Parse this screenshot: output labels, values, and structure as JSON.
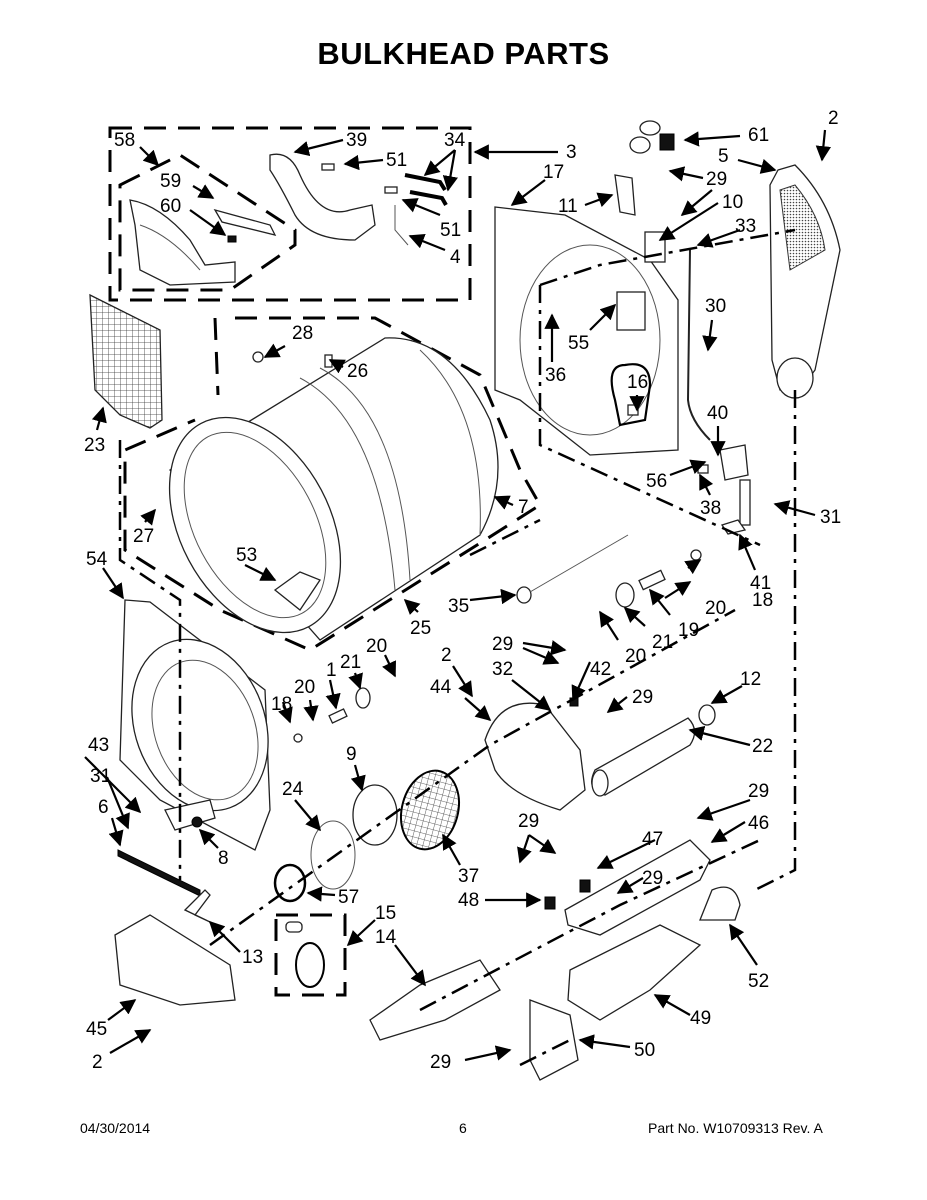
{
  "page": {
    "title": "BULKHEAD PARTS",
    "footer": {
      "date": "04/30/2014",
      "page_number": "6",
      "part_number": "Part No.  W10709313  Rev. A"
    }
  },
  "callouts": [
    {
      "id": "c58",
      "label": "58"
    },
    {
      "id": "c59",
      "label": "59"
    },
    {
      "id": "c60",
      "label": "60"
    },
    {
      "id": "c39",
      "label": "39"
    },
    {
      "id": "c51a",
      "label": "51"
    },
    {
      "id": "c51b",
      "label": "51"
    },
    {
      "id": "c34",
      "label": "34"
    },
    {
      "id": "c4",
      "label": "4"
    },
    {
      "id": "c3",
      "label": "3"
    },
    {
      "id": "c17",
      "label": "17"
    },
    {
      "id": "c11",
      "label": "11"
    },
    {
      "id": "c29a",
      "label": "29"
    },
    {
      "id": "c10",
      "label": "10"
    },
    {
      "id": "c33",
      "label": "33"
    },
    {
      "id": "c61",
      "label": "61"
    },
    {
      "id": "c2a",
      "label": "2"
    },
    {
      "id": "c5",
      "label": "5"
    },
    {
      "id": "c30",
      "label": "30"
    },
    {
      "id": "c55",
      "label": "55"
    },
    {
      "id": "c36",
      "label": "36"
    },
    {
      "id": "c16",
      "label": "16"
    },
    {
      "id": "c40",
      "label": "40"
    },
    {
      "id": "c56",
      "label": "56"
    },
    {
      "id": "c38",
      "label": "38"
    },
    {
      "id": "c31a",
      "label": "31"
    },
    {
      "id": "c41",
      "label": "41"
    },
    {
      "id": "c28",
      "label": "28"
    },
    {
      "id": "c26",
      "label": "26"
    },
    {
      "id": "c23",
      "label": "23"
    },
    {
      "id": "c27",
      "label": "27"
    },
    {
      "id": "c7",
      "label": "7"
    },
    {
      "id": "c53",
      "label": "53"
    },
    {
      "id": "c25",
      "label": "25"
    },
    {
      "id": "c54",
      "label": "54"
    },
    {
      "id": "c35",
      "label": "35"
    },
    {
      "id": "c18a",
      "label": "18"
    },
    {
      "id": "c20a",
      "label": "20"
    },
    {
      "id": "c19",
      "label": "19"
    },
    {
      "id": "c21a",
      "label": "21"
    },
    {
      "id": "c20b",
      "label": "20"
    },
    {
      "id": "c2b",
      "label": "2"
    },
    {
      "id": "c29b",
      "label": "29"
    },
    {
      "id": "c32",
      "label": "32"
    },
    {
      "id": "c42",
      "label": "42"
    },
    {
      "id": "c44",
      "label": "44"
    },
    {
      "id": "c29c",
      "label": "29"
    },
    {
      "id": "c12",
      "label": "12"
    },
    {
      "id": "c22",
      "label": "22"
    },
    {
      "id": "c18b",
      "label": "18"
    },
    {
      "id": "c20c",
      "label": "20"
    },
    {
      "id": "c1",
      "label": "1"
    },
    {
      "id": "c21b",
      "label": "21"
    },
    {
      "id": "c20d",
      "label": "20"
    },
    {
      "id": "c43",
      "label": "43"
    },
    {
      "id": "c31b",
      "label": "31"
    },
    {
      "id": "c6",
      "label": "6"
    },
    {
      "id": "c8",
      "label": "8"
    },
    {
      "id": "c24",
      "label": "24"
    },
    {
      "id": "c9",
      "label": "9"
    },
    {
      "id": "c37",
      "label": "37"
    },
    {
      "id": "c29d",
      "label": "29"
    },
    {
      "id": "c47",
      "label": "47"
    },
    {
      "id": "c48",
      "label": "48"
    },
    {
      "id": "c29e",
      "label": "29"
    },
    {
      "id": "c46",
      "label": "46"
    },
    {
      "id": "c29f",
      "label": "29"
    },
    {
      "id": "c57",
      "label": "57"
    },
    {
      "id": "c15",
      "label": "15"
    },
    {
      "id": "c14",
      "label": "14"
    },
    {
      "id": "c13",
      "label": "13"
    },
    {
      "id": "c52",
      "label": "52"
    },
    {
      "id": "c45",
      "label": "45"
    },
    {
      "id": "c2c",
      "label": "2"
    },
    {
      "id": "c49",
      "label": "49"
    },
    {
      "id": "c29g",
      "label": "29"
    },
    {
      "id": "c50",
      "label": "50"
    }
  ]
}
